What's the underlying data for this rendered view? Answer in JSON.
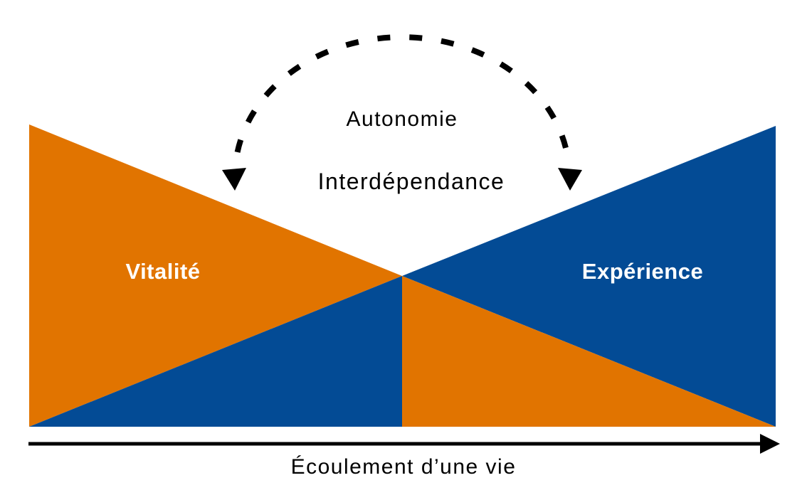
{
  "colors": {
    "orange": "#E17400",
    "blue": "#034B95",
    "line_black": "#000000",
    "wedge_label_white": "#FFFFFF"
  },
  "arc": {
    "top_label": "Autonomie",
    "bottom_label": "Interdépendance"
  },
  "wedges": {
    "left_label": "Vitalité",
    "right_label": "Expérience"
  },
  "axis": {
    "label": "Écoulement d’une vie"
  }
}
